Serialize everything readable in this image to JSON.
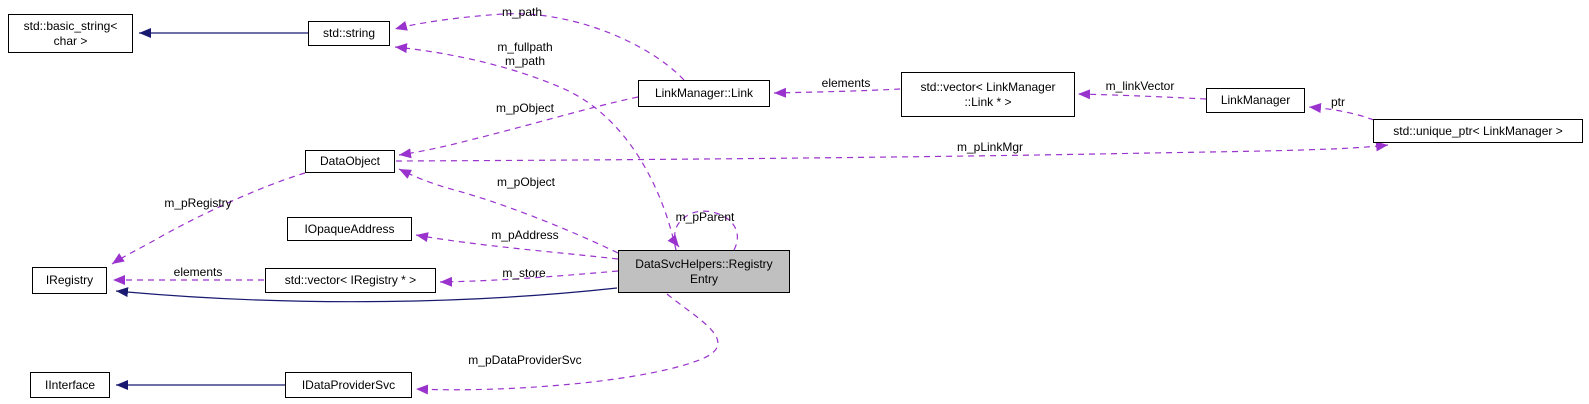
{
  "diagram": {
    "kind": "collaboration-graph",
    "colors": {
      "background": "#ffffff",
      "inheritance_edge": "#191970",
      "usage_edge": "#9a32cd",
      "node_border": "#000000",
      "node_fill": "#ffffff",
      "highlight_node_fill": "#c0c0c0",
      "text": "#000000"
    },
    "nodes": {
      "basic_string": {
        "label": "std::basic_string<\nchar >"
      },
      "std_string": {
        "label": "std::string"
      },
      "link": {
        "label": "LinkManager::Link"
      },
      "vector_link": {
        "label": "std::vector< LinkManager\n::Link * >"
      },
      "link_manager": {
        "label": "LinkManager"
      },
      "unique_ptr": {
        "label": "std::unique_ptr< LinkManager >"
      },
      "data_object": {
        "label": "DataObject"
      },
      "iopaque_address": {
        "label": "IOpaqueAddress"
      },
      "iregistry": {
        "label": "IRegistry"
      },
      "vector_iregistry": {
        "label": "std::vector< IRegistry * >"
      },
      "registry_entry": {
        "label": "DataSvcHelpers::Registry\nEntry"
      },
      "iinterface": {
        "label": "IInterface"
      },
      "idataprovider": {
        "label": "IDataProviderSvc"
      }
    },
    "edges": [
      {
        "from": "std::string",
        "to": "std::basic_string< char >",
        "type": "inheritance",
        "label": ""
      },
      {
        "from": "IDataProviderSvc",
        "to": "IInterface",
        "type": "inheritance",
        "label": ""
      },
      {
        "from": "DataSvcHelpers::RegistryEntry",
        "to": "IRegistry",
        "type": "inheritance",
        "label": ""
      },
      {
        "from": "LinkManager::Link",
        "to": "std::string",
        "type": "usage",
        "label": "m_path"
      },
      {
        "from": "DataSvcHelpers::RegistryEntry",
        "to": "std::string",
        "type": "usage",
        "label": "m_fullpath\nm_path"
      },
      {
        "from": "LinkManager::Link",
        "to": "DataObject",
        "type": "usage",
        "label": "m_pObject"
      },
      {
        "from": "DataSvcHelpers::RegistryEntry",
        "to": "DataObject",
        "type": "usage",
        "label": "m_pObject"
      },
      {
        "from": "DataObject",
        "to": "IRegistry",
        "type": "usage",
        "label": "m_pRegistry"
      },
      {
        "from": "DataObject",
        "to": "std::unique_ptr< LinkManager >",
        "type": "usage",
        "label": "m_pLinkMgr"
      },
      {
        "from": "DataSvcHelpers::RegistryEntry",
        "to": "IOpaqueAddress",
        "type": "usage",
        "label": "m_pAddress"
      },
      {
        "from": "DataSvcHelpers::RegistryEntry",
        "to": "std::vector< IRegistry * >",
        "type": "usage",
        "label": "m_store"
      },
      {
        "from": "std::vector< IRegistry * >",
        "to": "IRegistry",
        "type": "usage",
        "label": "elements"
      },
      {
        "from": "std::vector< LinkManager::Link * >",
        "to": "LinkManager::Link",
        "type": "usage",
        "label": "elements"
      },
      {
        "from": "LinkManager",
        "to": "std::vector< LinkManager::Link * >",
        "type": "usage",
        "label": "m_linkVector"
      },
      {
        "from": "std::unique_ptr< LinkManager >",
        "to": "LinkManager",
        "type": "usage",
        "label": "ptr"
      },
      {
        "from": "DataSvcHelpers::RegistryEntry",
        "to": "IDataProviderSvc",
        "type": "usage",
        "label": "m_pDataProviderSvc"
      },
      {
        "from": "DataSvcHelpers::RegistryEntry",
        "to": "DataSvcHelpers::RegistryEntry",
        "type": "usage",
        "label": "m_pParent"
      }
    ]
  }
}
